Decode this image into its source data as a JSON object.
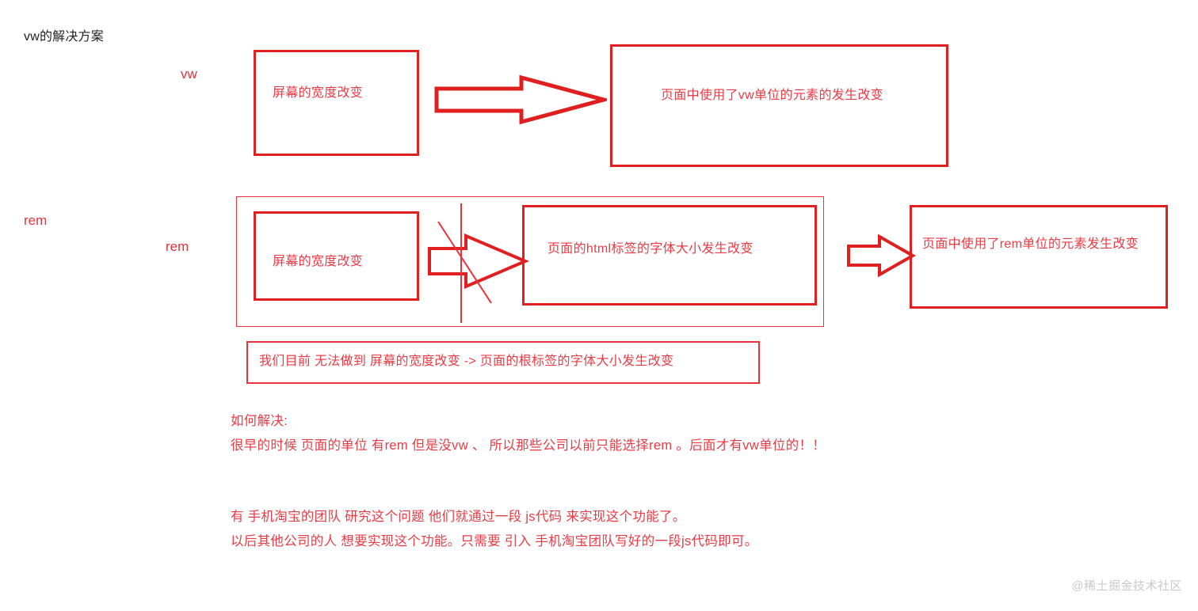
{
  "page": {
    "title": "vw的解决方案",
    "background_color": "#ffffff",
    "accent_red": "#e02020",
    "text_red": "#ea3b44",
    "title_color": "#222222"
  },
  "labels": {
    "vw_row": "vw",
    "rem_section": "rem",
    "rem_row": "rem"
  },
  "vw_flow": {
    "source_box": "屏幕的宽度改变",
    "arrow": "right-arrow-icon",
    "result_box": "页面中使用了vw单位的元素的发生改变"
  },
  "rem_flow": {
    "source_box": "屏幕的宽度改变",
    "arrow_blocked": "right-arrow-crossed-icon",
    "middle_box": "页面的html标签的字体大小发生改变",
    "arrow": "right-arrow-icon",
    "result_box": "页面中使用了rem单位的元素发生改变"
  },
  "note": {
    "text": "我们目前 无法做到 屏幕的宽度改变 ->  页面的根标签的字体大小发生改变"
  },
  "explanation": {
    "heading": "如何解决:",
    "line1": "很早的时候 页面的单位 有rem 但是没vw 、  所以那些公司以前只能选择rem 。后面才有vw单位的！！",
    "line2": "有 手机淘宝的团队 研究这个问题  他们就通过一段 js代码 来实现这个功能了。",
    "line3": "以后其他公司的人 想要实现这个功能。只需要 引入 手机淘宝团队写好的一段js代码即可。"
  },
  "watermark": {
    "text": "@稀土掘金技术社区"
  }
}
